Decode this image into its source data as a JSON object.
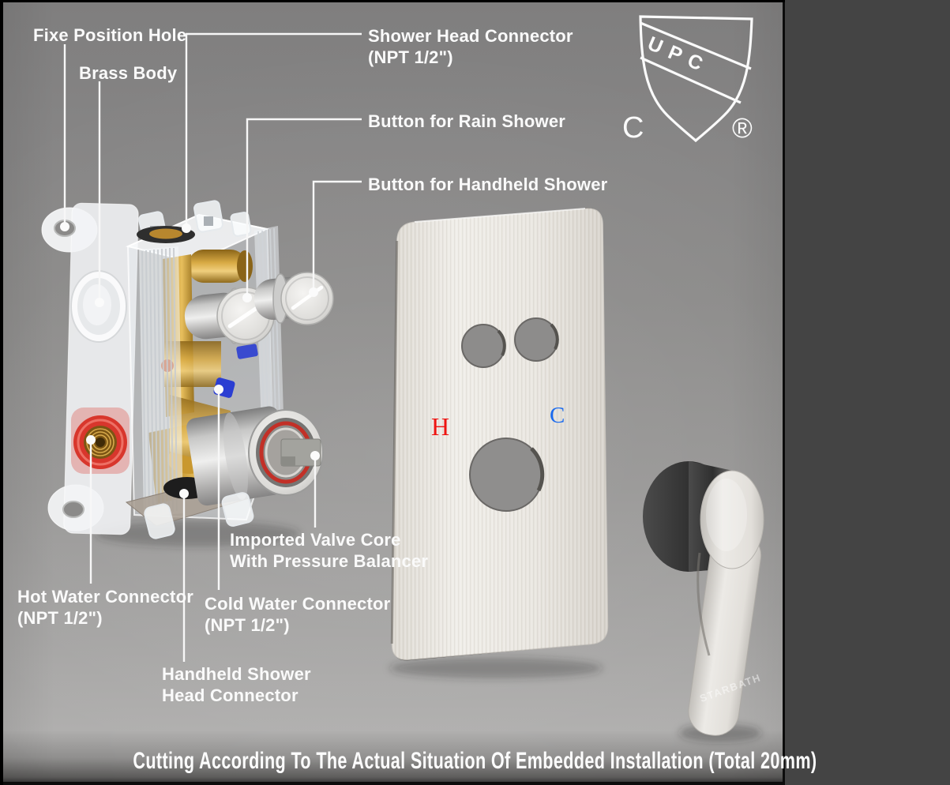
{
  "labels": {
    "fixe_position_hole": {
      "line1": "Fixe Position Hole"
    },
    "brass_body": {
      "line1": "Brass Body"
    },
    "shower_head_connector": {
      "line1": "Shower Head Connector",
      "line2": "(NPT 1/2\")"
    },
    "button_rain_shower": {
      "line1": "Button for Rain Shower"
    },
    "button_handheld_shower": {
      "line1": "Button for Handheld Shower"
    },
    "imported_valve_core": {
      "line1": "Imported Valve Core",
      "line2": "With Pressure Balancer"
    },
    "hot_water_connector": {
      "line1": "Hot Water Connector",
      "line2": "(NPT 1/2\")"
    },
    "cold_water_connector": {
      "line1": "Cold Water Connector",
      "line2": "(NPT 1/2\")"
    },
    "handheld_shower_head_connector": {
      "line1": "Handheld Shower",
      "line2": "Head Connector"
    }
  },
  "certification": {
    "shield_letters": "UPC",
    "prefix_letter": "C",
    "registered_symbol": "®"
  },
  "trim_plate": {
    "hot_marker": "H",
    "cold_marker": "C"
  },
  "handle": {
    "engraving": "STARBATH"
  },
  "caption": "Cutting According To The Actual Situation Of Embedded Installation (Total 20mm)",
  "colors": {
    "hot_red": "#ee1512",
    "cold_blue": "#1a6aee",
    "label_text": "#fafafa",
    "background_gray": "#8b8a89",
    "hot_connector_red": "#d8362c",
    "brass_gold": "#c9982f"
  }
}
